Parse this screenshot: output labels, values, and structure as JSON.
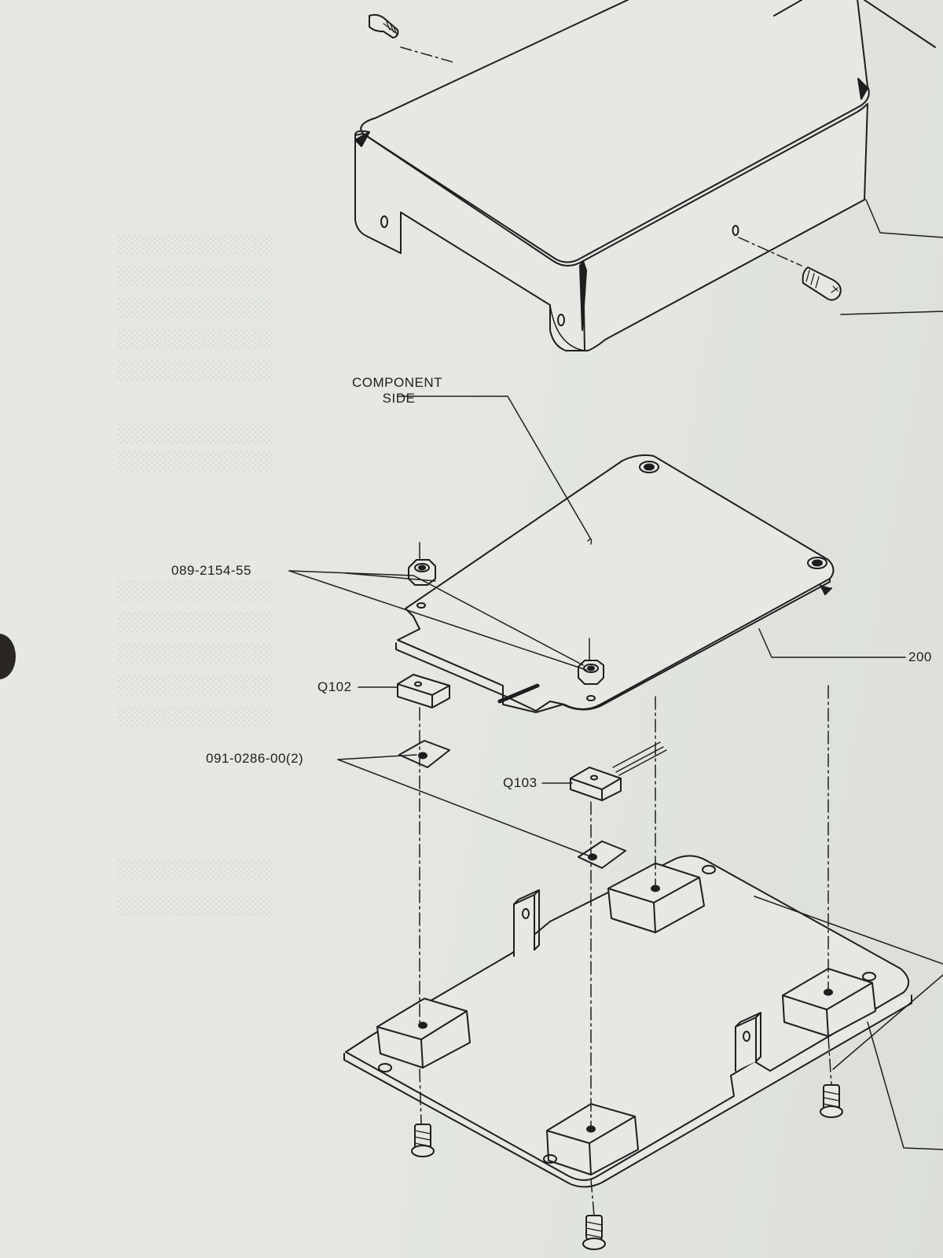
{
  "callouts": {
    "component_side_line1": "COMPONENT",
    "component_side_line2": "SIDE",
    "nut_part": "089-2154-55",
    "q102": "Q102",
    "insulator_part": "091-0286-00(2)",
    "q103": "Q103",
    "board_ref": "200"
  },
  "colors": {
    "paper": "#e4e7e2",
    "ink": "#1e1e1e"
  }
}
